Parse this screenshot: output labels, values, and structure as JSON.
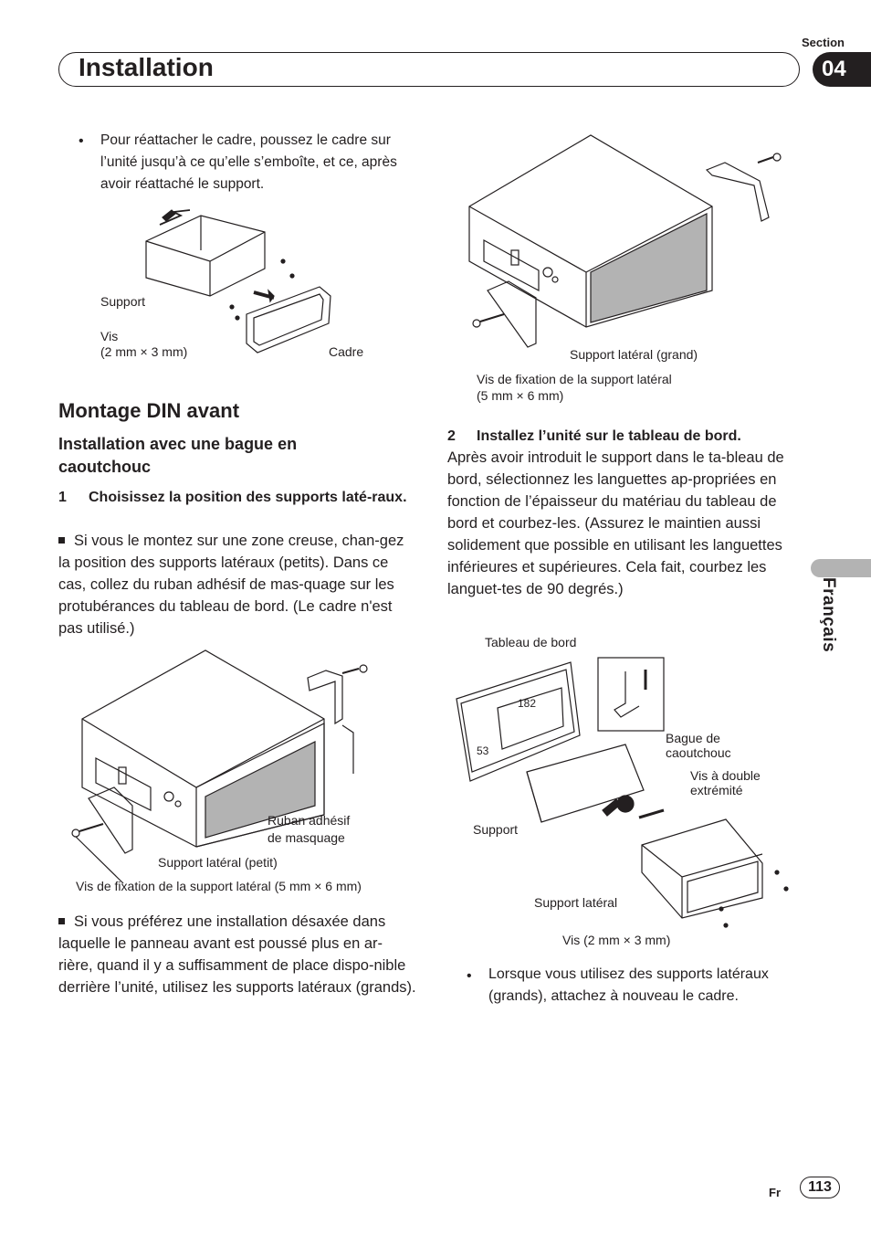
{
  "header": {
    "title": "Installation",
    "section_label": "Section",
    "section_number": "04"
  },
  "side_tab": {
    "language": "Français"
  },
  "left": {
    "intro_bullet": "Pour réattacher le cadre, poussez le cadre sur l’unité jusqu’à ce qu’elle s’emboîte, et ce, après avoir réattaché le support.",
    "fig1": {
      "support": "Support",
      "vis": "Vis",
      "vis_size": "(2 mm × 3 mm)",
      "cadre": "Cadre"
    },
    "heading": "Montage DIN avant",
    "subheading": "Installation avec une bague en caoutchouc",
    "step1_num": "1",
    "step1": "Choisissez la position des supports laté-raux.",
    "note1": "Si vous le montez sur une zone creuse, chan-gez la position des supports latéraux (petits). Dans ce cas, collez du ruban adhésif de mas-quage sur les protubérances du tableau de bord. (Le cadre n'est pas utilisé.)",
    "fig2": {
      "ruban": "Ruban adhésif",
      "ruban2": "de masquage",
      "support_petit": "Support latéral (petit)",
      "vis_fixation": "Vis de fixation de la support latéral  (5 mm × 6 mm)"
    },
    "note2": "Si vous préférez une installation désaxée dans laquelle le panneau avant est poussé plus en ar-rière, quand il y a suffisamment de place dispo-nible derrière l’unité, utilisez les supports latéraux (grands)."
  },
  "right": {
    "fig3": {
      "support_grand": "Support latéral (grand)",
      "vis_fixation": "Vis de fixation de la support latéral",
      "vis_size": "(5 mm × 6 mm)"
    },
    "step2_num": "2",
    "step2": "Installez l’unité sur le tableau de bord.",
    "step2_text": "Après avoir introduit le support dans le ta-bleau de bord, sélectionnez les languettes ap-propriées en fonction de l’épaisseur du matériau du tableau de bord et courbez-les. (Assurez le maintien aussi solidement que possible en utilisant les languettes inférieures et supérieures. Cela fait, courbez les languet-tes de 90 degrés.)",
    "fig4": {
      "tableau": "Tableau de bord",
      "dim_182": "182",
      "dim_53": "53",
      "bague": "Bague de",
      "bague2": "caoutchouc",
      "vis_double": "Vis à double",
      "vis_double2": "extrémité",
      "support": "Support",
      "support_lateral": "Support latéral",
      "vis": "Vis (2 mm × 3 mm)"
    },
    "final_bullet": "Lorsque vous utilisez des supports latéraux (grands), attachez à nouveau le cadre."
  },
  "footer": {
    "lang_code": "Fr",
    "page": "113"
  }
}
